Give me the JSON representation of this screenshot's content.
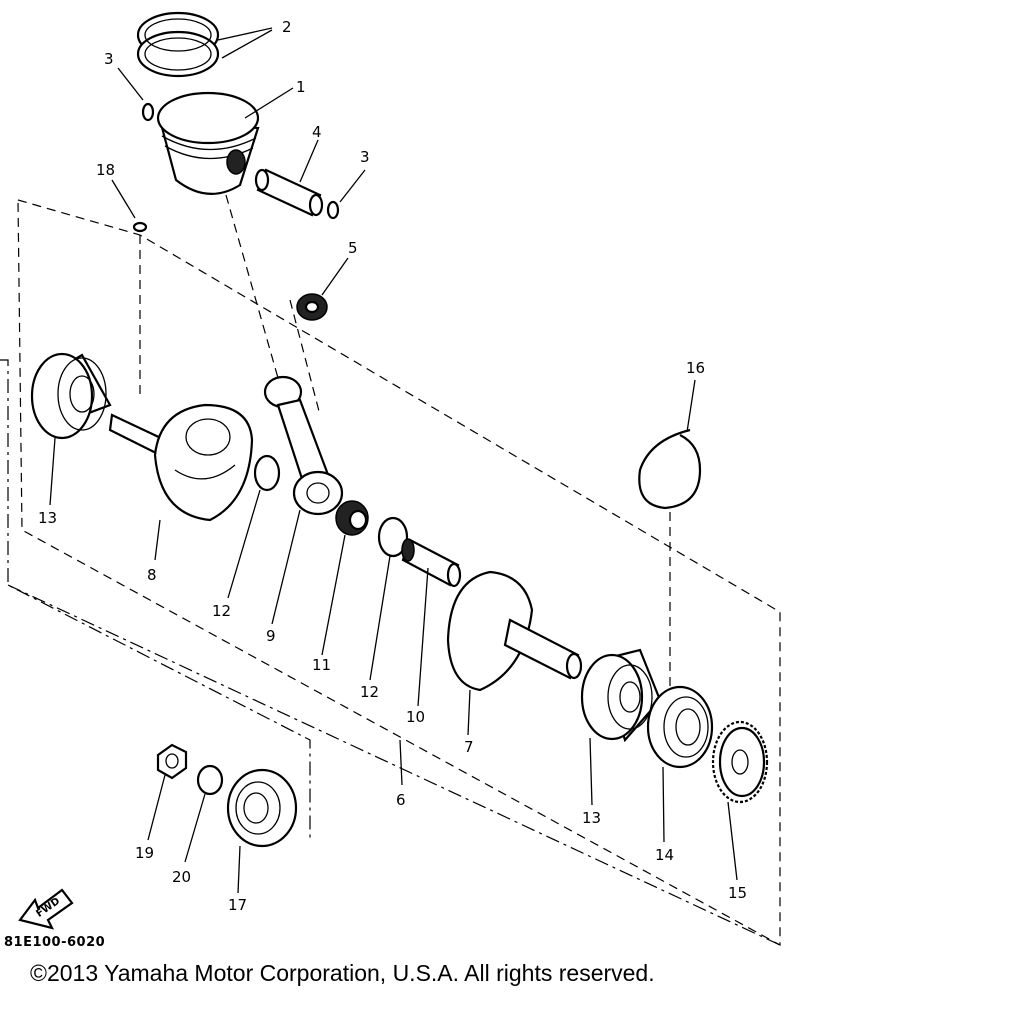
{
  "callouts": [
    "1",
    "2",
    "3",
    "3",
    "4",
    "5",
    "6",
    "7",
    "8",
    "9",
    "10",
    "11",
    "12",
    "12",
    "13",
    "13",
    "14",
    "15",
    "16",
    "17",
    "18",
    "19",
    "20"
  ],
  "fwd_label": "FWD",
  "diagram_code": "81E100-6020",
  "copyright": "©2013 Yamaha Motor Corporation, U.S.A. All rights reserved."
}
